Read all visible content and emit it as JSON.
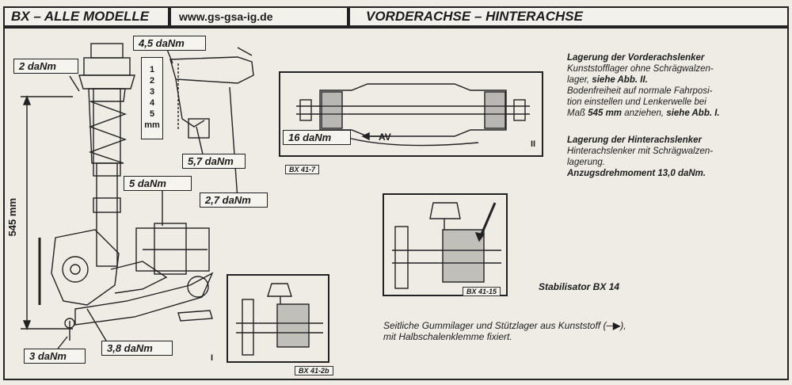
{
  "header": {
    "model": "BX – ALLE MODELLE",
    "url": "www.gs-gsa-ig.de",
    "title": "VORDERACHSE – HINTERACHSE"
  },
  "torques": {
    "t1": "2 daNm",
    "t2": "4,5 daNm",
    "t3": "5,7 daNm",
    "t4": "2,7 daNm",
    "t5": "5 daNm",
    "t6": "3 daNm",
    "t7": "3,8 daNm",
    "t8": "16 daNm"
  },
  "scale": {
    "values": [
      "1",
      "2",
      "3",
      "4",
      "5"
    ],
    "unit": "mm"
  },
  "dimension": "545 mm",
  "av_label": "AV",
  "figures": {
    "f1": "BX 41-7",
    "f2": "BX 41-2b",
    "f3": "BX 41-15"
  },
  "roman": {
    "i": "I",
    "ii": "II"
  },
  "front": {
    "heading": "Lagerung der Vorderachslenker",
    "line1": "Kunststofflager ohne Schrägwalzen-",
    "line2a": "lager, ",
    "line2b": "siehe Abb. II.",
    "line3": "Bodenfreiheit auf normale Fahrposi-",
    "line4": "tion einstellen und Lenkerwelle bei",
    "line5a": "Maß ",
    "line5b": "545 mm",
    "line5c": " anziehen, ",
    "line5d": "siehe Abb. I."
  },
  "rear": {
    "heading": "Lagerung der Hinterachslenker",
    "line1": "Hinterachslenker mit Schrägwalzen-",
    "line2": "lagerung.",
    "line3": "Anzugsdrehmoment 13,0 daNm."
  },
  "stabilizer": "Stabilisator BX 14",
  "note": {
    "line1": "Seitliche Gummilager und Stützlager aus Kunststoff (",
    "line1b": "),",
    "line2": "mit Halbschalenklemme fixiert."
  }
}
